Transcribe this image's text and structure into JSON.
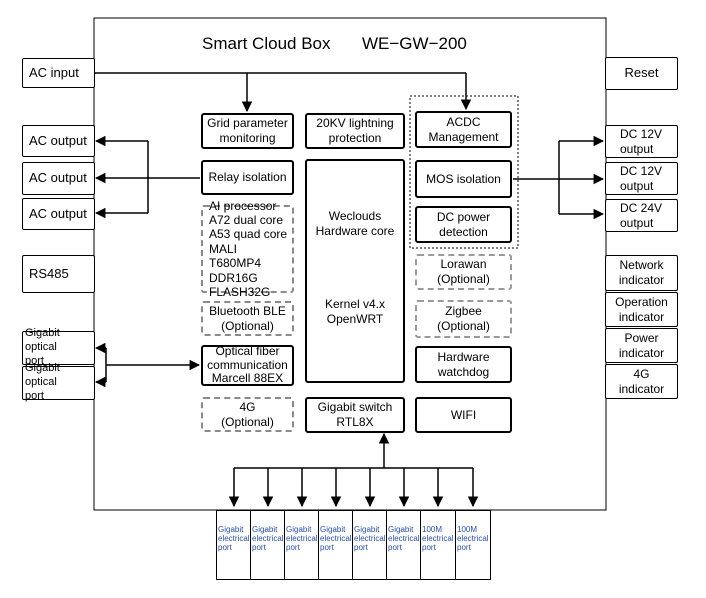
{
  "title": {
    "name": "Smart Cloud Box",
    "model": "WE−GW−200"
  },
  "left_io": {
    "ac_input": "AC input",
    "ac_output_1": "AC output",
    "ac_output_2": "AC output",
    "ac_output_3": "AC output",
    "rs485": "RS485",
    "gigabit_optical_1": "Gigabit optical\nport",
    "gigabit_optical_2": "Gigabit optical\nport"
  },
  "right_io": {
    "reset": "Reset",
    "dc_out_1": "DC 12V\noutput",
    "dc_out_2": "DC 12V\noutput",
    "dc_out_3": "DC 24V\noutput",
    "network_indicator": "Network\nindicator",
    "operation_indicator": "Operation\nindicator",
    "power_indicator": "Power\nindicator",
    "indicator_4g": "4G\nindicator"
  },
  "modules": {
    "grid_param": "Grid parameter\nmonitoring",
    "lightning": "20KV lightning\nprotection",
    "acdc": "ACDC\nManagement",
    "relay": "Relay isolation",
    "processor": "AI processor\nA72 dual core\nA53 quad core\nMALI T680MP4\nDDR16G\nFLASH32G",
    "core_title": "Weclouds\nHardware core",
    "core_kernel": "Kernel v4.x\nOpenWRT",
    "mos": "MOS isolation",
    "dc_detect": "DC power\ndetection",
    "lorawan": "Lorawan\n(Optional)",
    "ble": "Bluetooth BLE\n(Optional)",
    "zigbee": "Zigbee\n(Optional)",
    "optical_comm": "Optical fiber\ncommunication\nMarcell 88EX",
    "watchdog": "Hardware\nwatchdog",
    "lte": "4G\n(Optional)",
    "switch": "Gigabit switch\nRTL8X",
    "wifi": "WIFI"
  },
  "bottom_ports": [
    "Gigabit\nelectrical\nport",
    "Gigabit\nelectrical\nport",
    "Gigabit\nelectrical\nport",
    "Gigabit\nelectrical\nport",
    "Gigabit\nelectrical\nport",
    "Gigabit\nelectrical\nport",
    "100M\nelectrical\nport",
    "100M\nelectrical\nport"
  ],
  "colors": {
    "port_text": "#2a4fa8",
    "line": "#000000",
    "dash_border": "#9a9a9a"
  }
}
